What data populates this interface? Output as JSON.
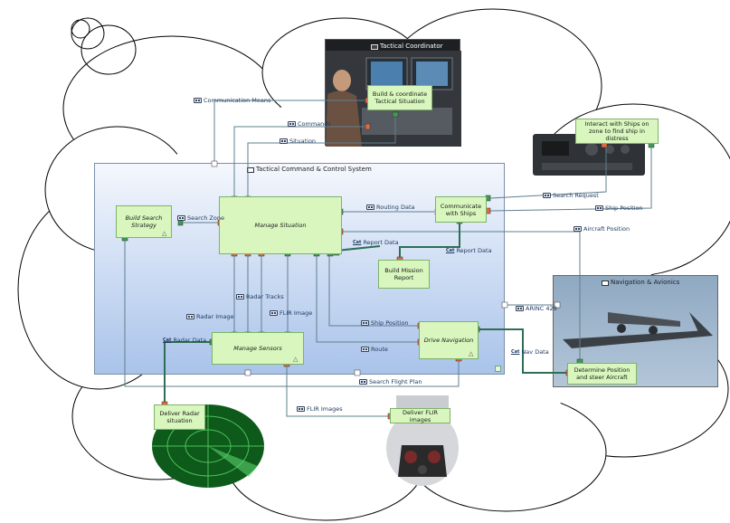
{
  "actors": {
    "tactical_coordinator": "Tactical Coordinator",
    "tccs": "Tactical Command & Control System",
    "nav_avionics": "Navigation & Avionics"
  },
  "functions": {
    "build_coordinate": "Build & coordinate Tactical Situation",
    "interact_ships": "Interact with Ships on zone to find ship in distress",
    "build_search": "Build Search Strategy",
    "manage_situation": "Manage Situation",
    "communicate_ships": "Communicate with Ships",
    "build_mission": "Build Mission Report",
    "manage_sensors": "Manage Sensors",
    "drive_navigation": "Drive Navigation",
    "deliver_radar": "Deliver Radar situation",
    "deliver_flir": "Deliver FLIR images",
    "determine_position": "Determine Position and steer Aircraft"
  },
  "exchanges": {
    "communication_means": "Communication Means",
    "commands": "Commands",
    "situation": "Situation",
    "search_zone": "Search Zone",
    "routing_data": "Routing Data",
    "search_request": "Search Request",
    "ship_position_top": "Ship Position",
    "aircraft_position": "Aircraft Position",
    "report_data_left": "Report Data",
    "report_data_right": "Report Data",
    "radar_tracks": "Radar Tracks",
    "radar_image": "Radar Image",
    "flir_image": "FLIR Image",
    "arinc": "ARINC 429",
    "ship_position_mid": "Ship Position",
    "radar_data": "Radar Data",
    "route": "Route",
    "nav_data": "Nav Data",
    "search_flight_plan": "Search Flight Plan",
    "flir_images": "FLIR Images"
  },
  "category_tag": "Cat",
  "colors": {
    "function_fill": "#d8f6bd",
    "function_border": "#7eb36a",
    "system_gradient_top": "#f4f7fd",
    "system_gradient_bottom": "#a9c3ea",
    "link": "#2e6e55"
  }
}
